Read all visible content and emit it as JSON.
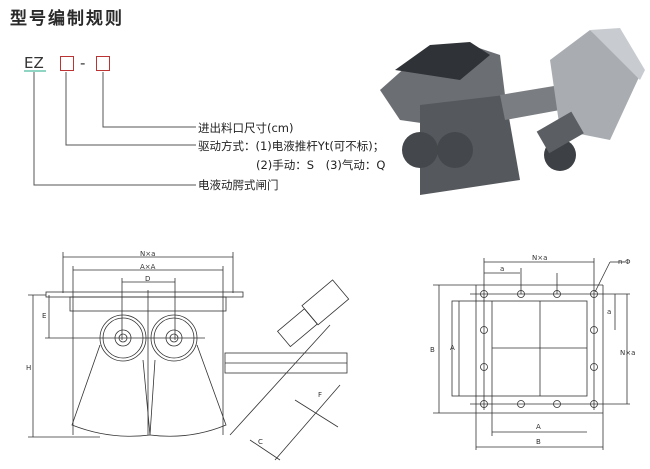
{
  "title": "型号编制规则",
  "model_code": {
    "prefix": "EZ",
    "separator": "-"
  },
  "legend": {
    "size": "进出料口尺寸(cm)",
    "drive_line1": "驱动方式：(1)电液推杆Yt(可不标)；",
    "drive_line2": "(2)手动：S　(3)气动：Q",
    "type": "电液动腭式闸门"
  },
  "side_view": {
    "n_x_a": "N×a",
    "a_x_a": "A×A",
    "d": "D",
    "e": "E",
    "h": "H",
    "f": "F",
    "c": "C"
  },
  "flange_view": {
    "n_x_a_top": "N×a",
    "a_top": "a",
    "n_phi": "n-Φ",
    "a_right": "a",
    "n_x_a_right": "N×a",
    "b_left": "B",
    "a_left": "A",
    "a_bottom": "A",
    "b_bottom": "B"
  }
}
